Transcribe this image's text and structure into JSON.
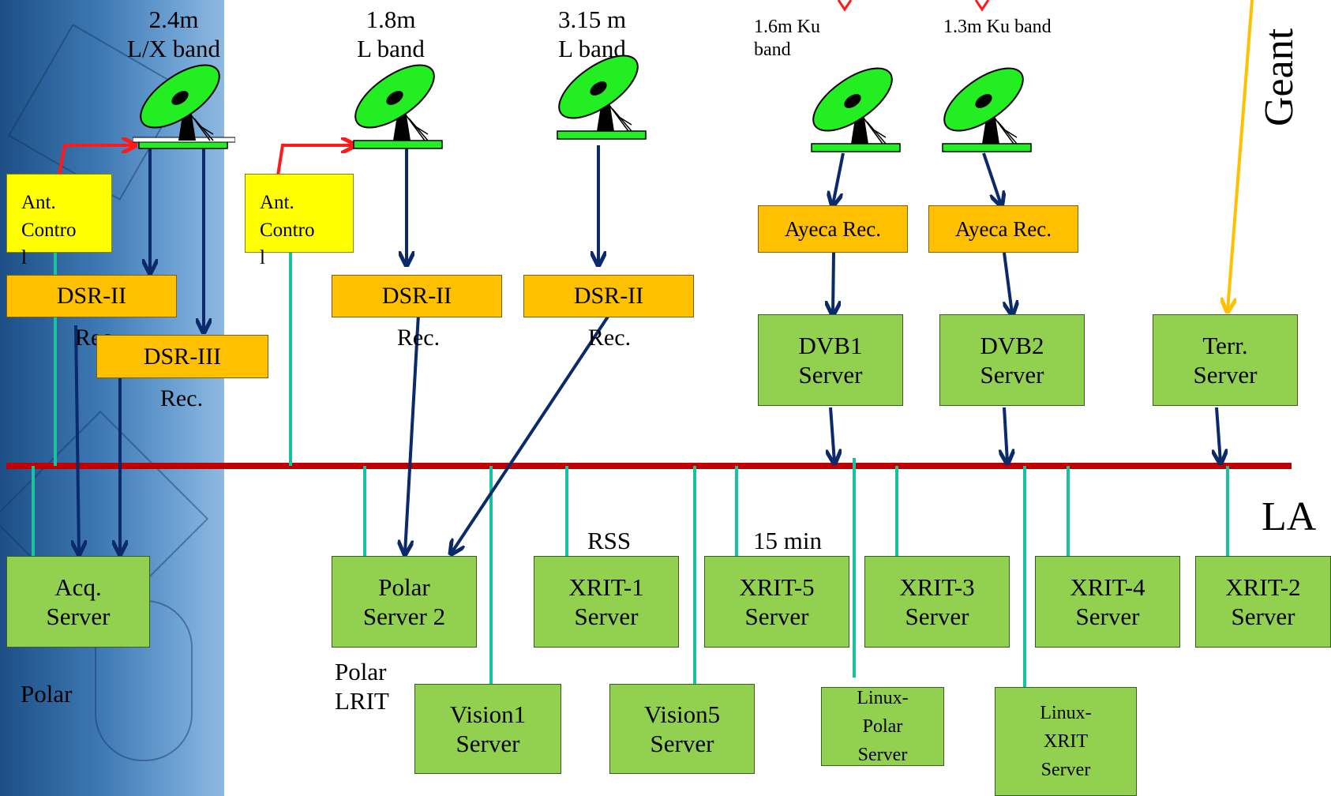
{
  "colors": {
    "lan": "#c00000",
    "server_fill": "#92d050",
    "receiver_fill": "#ffc000",
    "controller_fill": "#ffff00",
    "data_arrow": "#0b2a6b",
    "tap_line": "#19c3a0",
    "control_arrow": "#ff1a1a",
    "geant_arrow": "#ffc000",
    "dish": "#22ee22"
  },
  "antennas": [
    {
      "id": "a1",
      "label": "2.4m\nL/X band"
    },
    {
      "id": "a2",
      "label": "1.8m\nL band"
    },
    {
      "id": "a3",
      "label": "3.15 m\nL band"
    },
    {
      "id": "a4",
      "label": "1.6m Ku\nband"
    },
    {
      "id": "a5",
      "label": "1.3m Ku band"
    }
  ],
  "controllers": [
    {
      "id": "c1",
      "label": "Ant.\nContro\nl"
    },
    {
      "id": "c2",
      "label": "Ant.\nContro\nl"
    }
  ],
  "receivers": [
    {
      "id": "r1",
      "label": "DSR-II",
      "sub": "Rec."
    },
    {
      "id": "r2",
      "label": "DSR-III",
      "sub": "Rec."
    },
    {
      "id": "r3",
      "label": "DSR-II",
      "sub": "Rec."
    },
    {
      "id": "r4",
      "label": "DSR-II",
      "sub": "Rec."
    },
    {
      "id": "r5",
      "label": "Ayeca Rec."
    },
    {
      "id": "r6",
      "label": "Ayeca Rec."
    }
  ],
  "servers": [
    {
      "id": "dvb1",
      "label": "DVB1\nServer"
    },
    {
      "id": "dvb2",
      "label": "DVB2\nServer"
    },
    {
      "id": "terr",
      "label": "Terr.\nServer"
    },
    {
      "id": "acq",
      "label": "Acq.\nServer"
    },
    {
      "id": "polar2",
      "label": "Polar\nServer 2"
    },
    {
      "id": "xrit1",
      "label": "XRIT-1\nServer"
    },
    {
      "id": "xrit5",
      "label": "XRIT-5\nServer"
    },
    {
      "id": "xrit3",
      "label": "XRIT-3\nServer"
    },
    {
      "id": "xrit4",
      "label": "XRIT-4\nServer"
    },
    {
      "id": "xrit2",
      "label": "XRIT-2\nServer"
    },
    {
      "id": "vision1",
      "label": "Vision1\nServer"
    },
    {
      "id": "vision5",
      "label": "Vision5\nServer"
    },
    {
      "id": "linuxpolar",
      "label": "Linux-\nPolar\nServer"
    },
    {
      "id": "linuxxrit",
      "label": "Linux-\nXRIT\nServer"
    }
  ],
  "annotations": {
    "geant": "Geant",
    "lan": "LA",
    "rss": "RSS",
    "fifteen_min": "15 min",
    "polar": "Polar",
    "polar_lrit": "Polar\nLRIT"
  }
}
